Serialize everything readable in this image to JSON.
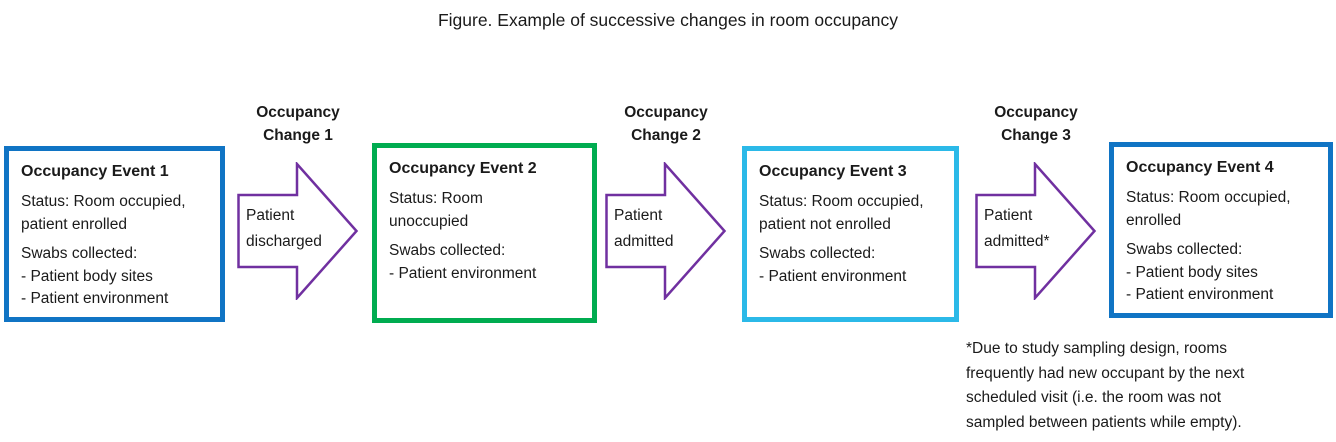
{
  "title": "Figure. Example of successive changes in room occupancy",
  "colors": {
    "event1_border": "#1074c4",
    "event2_border": "#00ac50",
    "event3_border": "#2bb9e8",
    "event4_border": "#1074c4",
    "arrow_outline": "#7030a0",
    "text": "#1a1a1a"
  },
  "boxes": [
    {
      "name": "Occupancy Event 1",
      "border_color": "#1074c4",
      "status_lines": [
        "Status: Room occupied,",
        "patient enrolled"
      ],
      "swabs_lines": [
        "Swabs collected:",
        "- Patient body sites",
        "- Patient environment"
      ]
    },
    {
      "name": "Occupancy Event 2",
      "border_color": "#00ac50",
      "status_lines": [
        "Status: Room",
        "unoccupied"
      ],
      "swabs_lines": [
        "Swabs collected:",
        "- Patient environment"
      ]
    },
    {
      "name": "Occupancy Event 3",
      "border_color": "#2bb9e8",
      "status_lines": [
        "Status: Room occupied,",
        "patient not enrolled"
      ],
      "swabs_lines": [
        "Swabs collected:",
        "- Patient environment"
      ]
    },
    {
      "name": "Occupancy Event 4",
      "border_color": "#1074c4",
      "status_lines": [
        "Status: Room occupied,",
        "enrolled"
      ],
      "swabs_lines": [
        "Swabs collected:",
        "- Patient body sites",
        "- Patient environment"
      ]
    }
  ],
  "arrows": [
    {
      "label_lines": [
        "Occupancy",
        "Change 1"
      ],
      "body_lines": [
        "Patient",
        "discharged"
      ],
      "outline_color": "#7030a0"
    },
    {
      "label_lines": [
        "Occupancy",
        "Change 2"
      ],
      "body_lines": [
        "Patient",
        "admitted"
      ],
      "outline_color": "#7030a0"
    },
    {
      "label_lines": [
        "Occupancy",
        "Change 3"
      ],
      "body_lines": [
        "Patient",
        "admitted*"
      ],
      "outline_color": "#7030a0"
    }
  ],
  "footnote_lines": [
    "*Due to study sampling design, rooms",
    "frequently had new occupant by the next",
    "scheduled visit (i.e. the room was not",
    "sampled between patients while empty)."
  ]
}
